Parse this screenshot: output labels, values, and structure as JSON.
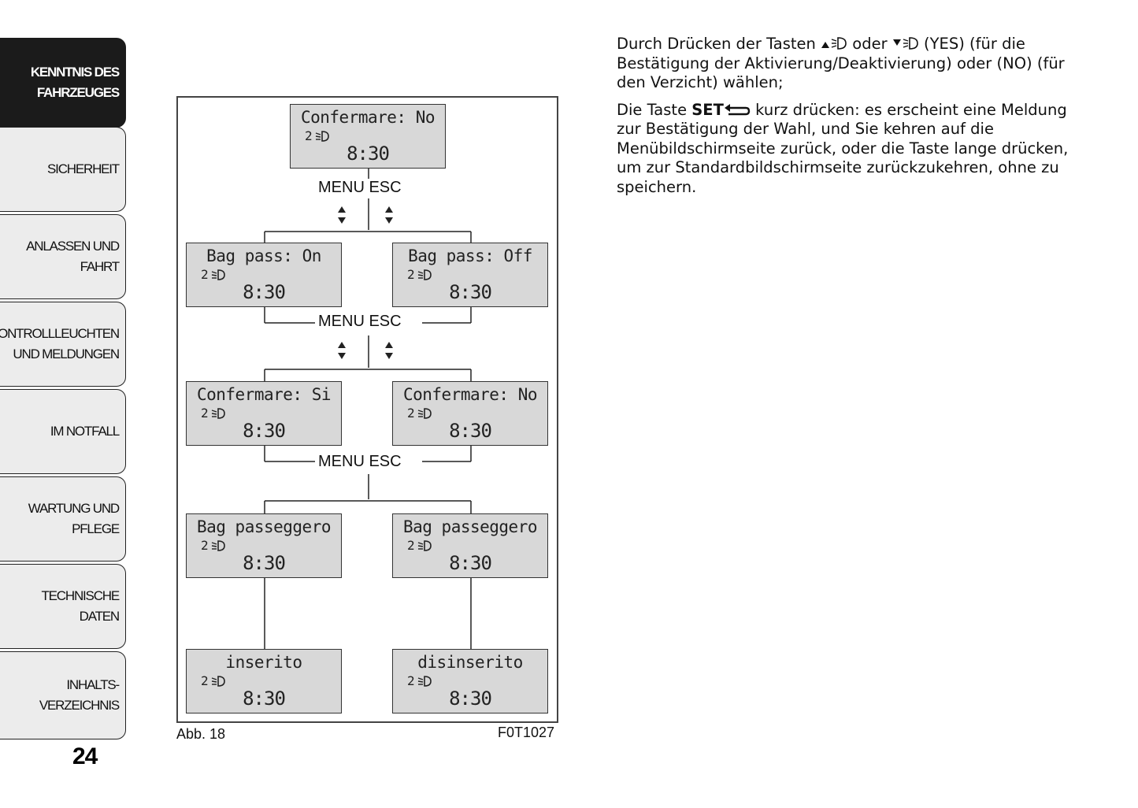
{
  "sidebar": {
    "tabs": [
      {
        "label": "KENNTNIS DES\nFAHRZEUGES",
        "active": true
      },
      {
        "label": "SICHERHEIT",
        "active": false
      },
      {
        "label": "ANLASSEN UND\nFAHRT",
        "active": false
      },
      {
        "label": "KONTROLLLEUCHTEN\nUND MELDUNGEN",
        "active": false
      },
      {
        "label": "IM NOTFALL",
        "active": false
      },
      {
        "label": "WARTUNG UND\nPFLEGE",
        "active": false
      },
      {
        "label": "TECHNISCHE DATEN",
        "active": false
      },
      {
        "label": "INHALTS-\nVERZEICHNIS",
        "active": false
      }
    ]
  },
  "page_number": "24",
  "figure": {
    "caption_left": "Abb. 18",
    "caption_right": "F0T1027",
    "screens": {
      "top": {
        "line1": "Confermare: No",
        "level": "2",
        "time": "8:30"
      },
      "row2_left": {
        "line1": "Bag pass: On",
        "level": "2",
        "time": "8:30"
      },
      "row2_right": {
        "line1": "Bag pass: Off",
        "level": "2",
        "time": "8:30"
      },
      "row3_left": {
        "line1": "Confermare: Si",
        "level": "2",
        "time": "8:30"
      },
      "row3_right": {
        "line1": "Confermare: No",
        "level": "2",
        "time": "8:30"
      },
      "row4_left": {
        "line1": "Bag passeggero",
        "level": "2",
        "time": "8:30"
      },
      "row4_right": {
        "line1": "Bag passeggero",
        "level": "2",
        "time": "8:30"
      },
      "row5_left": {
        "line1": "inserito",
        "level": "2",
        "time": "8:30"
      },
      "row5_right": {
        "line1": "disinserito",
        "level": "2",
        "time": "8:30"
      }
    },
    "labels": {
      "menu_esc_1": "MENU  ESC",
      "menu_esc_2": "MENU  ESC",
      "menu_esc_3": "MENU  ESC"
    }
  },
  "text": {
    "p1_a": "Durch Drücken der Tasten ",
    "p1_b": " oder ",
    "p1_c": " (YES) (für die Bestätigung der Aktivierung/Deaktivierung) oder (NO) (für den Verzicht) wählen;",
    "p2_a": "Die Taste ",
    "p2_set": "SET",
    "p2_b": " kurz drücken: es erscheint eine Meldung zur Bestätigung der Wahl, und Sie kehren auf die Menübildschirmseite zurück, oder die Taste lange drücken, um zur Standardbildschirmseite zurückzukehren, ohne zu speichern."
  }
}
